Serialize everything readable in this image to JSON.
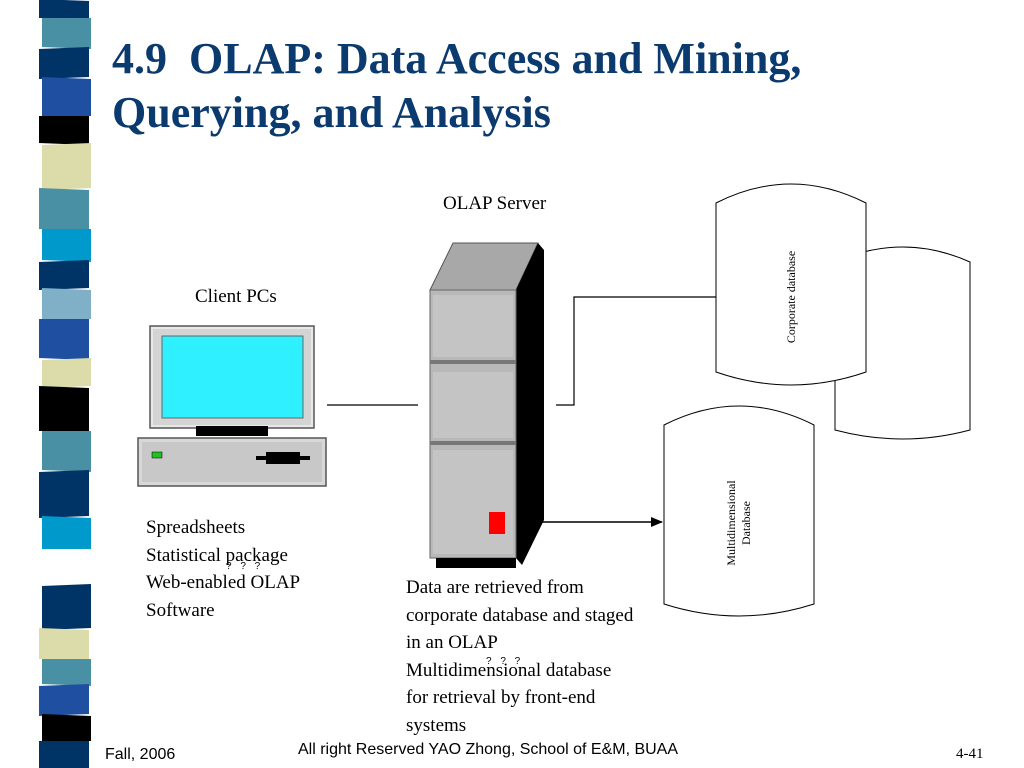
{
  "slide": {
    "title_lines": [
      "4.9  OLAP: Data Access and Mining,",
      "Querying, and Analysis"
    ],
    "stripe_colors": [
      "#003366",
      "#4a90a4",
      "#000000",
      "#dcdcaa",
      "#1e4fa0",
      "#7fb0c8",
      "#0099cc",
      "#ffffff"
    ]
  },
  "diagram": {
    "olap_server_label": "OLAP Server",
    "client_pcs_label": "Client PCs",
    "corporate_db_label": "Corporate database",
    "multidim_db_label_lines": [
      "Multidimensional",
      "Database"
    ],
    "client_tools": [
      "Spreadsheets",
      "Statistical package",
      "Web-enabled OLAP",
      "Software"
    ],
    "client_tools_marks": "? ? ?",
    "staging_note": [
      "Data are retrieved from",
      "corporate database and staged",
      "in an OLAP",
      "Multidimensional database",
      "for retrieval by front-end",
      "systems"
    ],
    "staging_note_marks": "? ? ?"
  },
  "footer": {
    "left": "Fall, 2006",
    "center": "All right Reserved YAO Zhong, School of E&M, BUAA",
    "page": "4-41"
  }
}
